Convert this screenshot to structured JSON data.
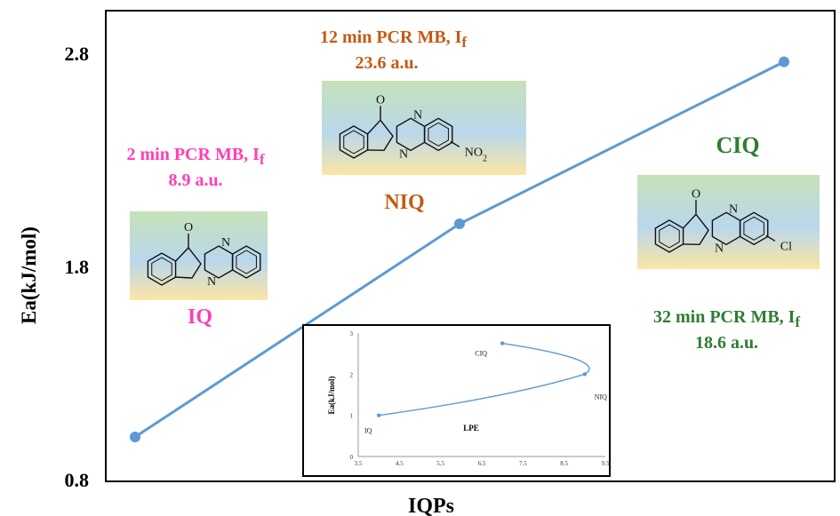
{
  "chart_data": {
    "type": "line",
    "xlabel": "IQPs",
    "ylabel": "Ea(kJ/mol)",
    "ylim": [
      0.8,
      2.9
    ],
    "yticks": [
      "0.8",
      "1.8",
      "2.8"
    ],
    "grid": false,
    "series": [
      {
        "color": "#5b9bd5",
        "points": [
          {
            "x": "IQ",
            "y": 1.0
          },
          {
            "x": "NIQ",
            "y": 2.0
          },
          {
            "x": "CIQ",
            "y": 2.76
          }
        ]
      }
    ],
    "annotations": {
      "iq": {
        "name": "IQ",
        "line1": "2 min PCR MB, I",
        "sub": "f",
        "line2": "8.9 a.u.",
        "color": "#ff3fb4"
      },
      "niq": {
        "name": "NIQ",
        "line1": "12 min PCR MB, I",
        "sub": "f",
        "line2": "23.6 a.u.",
        "color": "#c55a11"
      },
      "ciq": {
        "name": "CIQ",
        "line1": "32 min PCR MB, I",
        "sub": "f",
        "line2": "18.6 a.u.",
        "color": "#2e7d32"
      }
    },
    "molecules": {
      "iq": {
        "atoms": [
          "O",
          "N",
          "N"
        ]
      },
      "niq": {
        "atoms": [
          "O",
          "N",
          "N",
          "NO",
          "2"
        ]
      },
      "ciq": {
        "atoms": [
          "O",
          "N",
          "N",
          "Cl"
        ]
      }
    },
    "inset": {
      "type": "line",
      "xlabel": "LPE",
      "ylabel": "Ea(kJ/mol)",
      "xlim": [
        3.5,
        9.5
      ],
      "ylim": [
        0,
        3
      ],
      "xticks": [
        "3.5",
        "4.5",
        "5.5",
        "6.5",
        "7.5",
        "8.5",
        "9.5"
      ],
      "yticks": [
        "0",
        "1",
        "2",
        "3"
      ],
      "points": [
        {
          "label": "IQ",
          "x": 4.0,
          "y": 1.0
        },
        {
          "label": "NIQ",
          "x": 9.0,
          "y": 2.0
        },
        {
          "label": "CIQ",
          "x": 7.0,
          "y": 2.75
        }
      ],
      "color": "#5b9bd5"
    }
  }
}
